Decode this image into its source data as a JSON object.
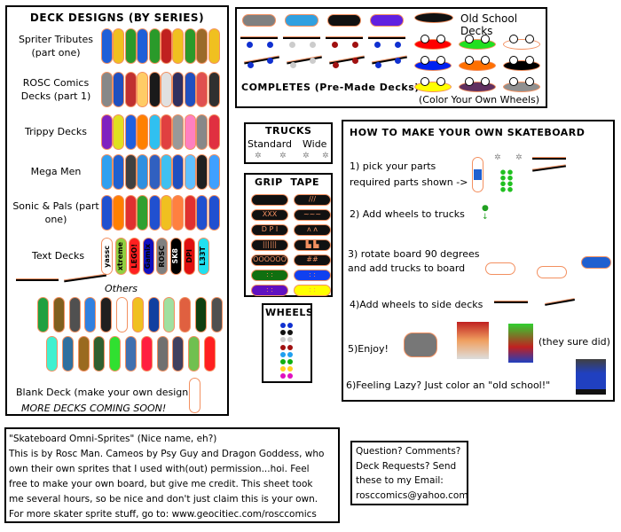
{
  "designs": {
    "title": "DECK DESIGNS (BY SERIES)",
    "rows": [
      {
        "label": "Spriter Tributes (part one)",
        "colors": [
          "#1f5fd8",
          "#f0c020",
          "#2a9a2a",
          "#1f5fd8",
          "#2a9a2a",
          "#c02020",
          "#f0c020",
          "#2a9a2a",
          "#9a6a2a",
          "#f0c020"
        ]
      },
      {
        "label": "ROSC Comics Decks (part 1)",
        "colors": [
          "#888",
          "#2050c0",
          "#c03030",
          "#ffcc66",
          "#1a1a1a",
          "#e0e0e0",
          "#303060",
          "#2050c0",
          "#e05050",
          "#303030"
        ]
      },
      {
        "label": "Trippy Decks",
        "colors": [
          "#8020c0",
          "#e0e020",
          "#2060e0",
          "#ff8000",
          "#30c0f0",
          "#e04040",
          "#999",
          "#ff80c0",
          "#888",
          "#e03040"
        ]
      },
      {
        "label": "Mega Men",
        "colors": [
          "#30a0f0",
          "#2060d0",
          "#404040",
          "#3090e0",
          "#3060c0",
          "#40c0f0",
          "#2050c0",
          "#60c0ff",
          "#202020",
          "#40a0ff"
        ]
      },
      {
        "label": "Sonic & Pals (part one)",
        "colors": [
          "#2050d0",
          "#ff8000",
          "#e03030",
          "#30a030",
          "#2050d0",
          "#f0c020",
          "#ff8040",
          "#e03030",
          "#2050d0",
          "#2050d0"
        ]
      }
    ],
    "text_decks": {
      "label": "Text Decks",
      "items": [
        {
          "text": "yassc",
          "bg": "#ffffff",
          "fg": "#000"
        },
        {
          "text": "xtreme",
          "bg": "#90d040",
          "fg": "#000"
        },
        {
          "text": "LEGO!",
          "bg": "#ff2020",
          "fg": "#000"
        },
        {
          "text": "Gamix",
          "bg": "#1010c0",
          "fg": "#000"
        },
        {
          "text": "ROSC",
          "bg": "#808080",
          "fg": "#000"
        },
        {
          "text": "SK8",
          "bg": "#000000",
          "fg": "#fff"
        },
        {
          "text": "DPI",
          "bg": "#e01010",
          "fg": "#000"
        },
        {
          "text": "L33T",
          "bg": "#20e0f0",
          "fg": "#000"
        }
      ]
    },
    "others_label": "Others",
    "others_row1": [
      "#20a040",
      "#806020",
      "#505050",
      "#3080e0",
      "#202020",
      "#ffffff",
      "#f0c020",
      "#1040a0",
      "#a0e0a0",
      "#e06040",
      "#104010",
      "#505050"
    ],
    "others_row2": [
      "#40f0d0",
      "#3070a0",
      "#9a6a20",
      "#306030",
      "#30e030",
      "#4070b0",
      "#ff2040",
      "#707070",
      "#404060",
      "#70c050",
      "#ff2020"
    ],
    "blank_label": "Blank Deck (make your own design)",
    "more_label": "MORE DECKS COMING SOON!"
  },
  "completes": {
    "title": "COMPLETES (Pre-Made Decks)",
    "top": [
      {
        "color": "#808080",
        "wheel": "#1030d0"
      },
      {
        "color": "#30a0e0",
        "wheel": "#ccc"
      },
      {
        "color": "#111",
        "wheel": "#a01010"
      },
      {
        "color": "#6020e0",
        "wheel": "#1030d0"
      }
    ],
    "old_school_label": "Old School Decks",
    "old_school": [
      "#ff0000",
      "#20e020",
      "#ffffff",
      "#0020f0",
      "#ff7000",
      "#000000",
      "#ffff00",
      "#603060",
      "#909090"
    ],
    "color_wheels_label": "(Color Your Own Wheels)"
  },
  "trucks": {
    "title": "TRUCKS",
    "standard": "Standard",
    "wide": "Wide"
  },
  "grip": {
    "title": "GRIP  TAPE",
    "items": [
      {
        "bg": "#111",
        "text": ""
      },
      {
        "bg": "#111",
        "text": "///"
      },
      {
        "bg": "#111",
        "text": "XXX"
      },
      {
        "bg": "#111",
        "text": "~~~"
      },
      {
        "bg": "#111",
        "text": "D P I"
      },
      {
        "bg": "#111",
        "text": "ʌ ʌ"
      },
      {
        "bg": "#111",
        "text": "||||||"
      },
      {
        "bg": "#111",
        "text": "▙ ▙"
      },
      {
        "bg": "#111",
        "text": "OOOOOO"
      },
      {
        "bg": "#111",
        "text": "##"
      },
      {
        "bg": "#107010",
        "text": ":  :"
      },
      {
        "bg": "#1040f0",
        "text": ":  :"
      },
      {
        "bg": "#6010c0",
        "text": ":  :"
      },
      {
        "bg": "#ffff00",
        "text": ":  :"
      }
    ]
  },
  "wheels": {
    "title": "WHEELS",
    "colors": [
      "#1030d0",
      "#111",
      "#ccc",
      "#a01010",
      "#20a0f0",
      "#10b010",
      "#ffd020",
      "#e010c0"
    ]
  },
  "howto": {
    "title": "HOW TO MAKE YOUR OWN SKATEBOARD",
    "step1": "1) pick your parts",
    "step1b": "required parts shown ->",
    "step2": "2) Add wheels to trucks",
    "step3": "3) rotate board 90 degrees",
    "step3b": "and add trucks to board",
    "step4": "4)Add wheels to side decks",
    "step5": "5)Enjoy!",
    "they": "(they sure did)",
    "step6": "6)Feeling Lazy?  Just color an \"old school!\""
  },
  "credits": {
    "lines": [
      "\"Skateboard Omni-Sprites\"   (Nice name, eh?)",
      "This is by Rosc Man.  Cameos by Psy Guy and Dragon Goddess, who",
      "own their own sprites that I used with(out) permission...hoi.  Feel",
      "free to make your own board, but give me credit.  This sheet took",
      "me several hours, so be nice and don't just claim this is your own.",
      "For more skater sprite stuff, go to: www.geocitiec.com/rosccomics"
    ]
  },
  "contact": {
    "lines": [
      "Question?  Comments?",
      "Deck Requests?  Send",
      "these to my Email:",
      "rosccomics@yahoo.com"
    ]
  }
}
